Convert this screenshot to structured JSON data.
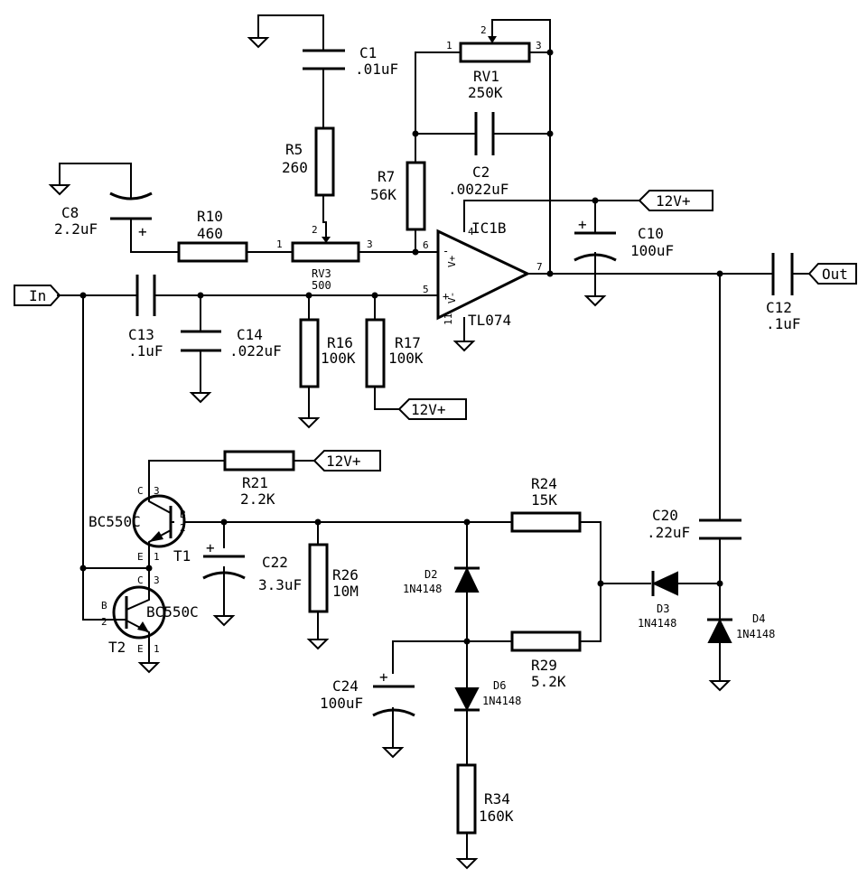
{
  "ports": {
    "in": "In",
    "out": "Out",
    "v12": "12V+"
  },
  "opamp": {
    "ref": "IC1B",
    "part": "TL074",
    "pin_v_plus": "V+",
    "pin_v_minus": "V-",
    "pins": {
      "inv": "6",
      "noninv": "5",
      "out": "7",
      "vp": "4",
      "vm": "11"
    },
    "sign_minus": "-",
    "sign_plus": "+"
  },
  "resistors": {
    "R5": {
      "ref": "R5",
      "value": "260"
    },
    "R7": {
      "ref": "R7",
      "value": "56K"
    },
    "R10": {
      "ref": "R10",
      "value": "460"
    },
    "R16": {
      "ref": "R16",
      "value": "100K"
    },
    "R17": {
      "ref": "R17",
      "value": "100K"
    },
    "R21": {
      "ref": "R21",
      "value": "2.2K"
    },
    "R24": {
      "ref": "R24",
      "value": "15K"
    },
    "R26": {
      "ref": "R26",
      "value": "10M"
    },
    "R29": {
      "ref": "R29",
      "value": "5.2K"
    },
    "R34": {
      "ref": "R34",
      "value": "160K"
    }
  },
  "pots": {
    "RV1": {
      "ref": "RV1",
      "value": "250K",
      "pin1": "1",
      "pin2": "2",
      "pin3": "3"
    },
    "RV3": {
      "ref": "RV3",
      "value": "500",
      "pin1": "1",
      "pin2": "2",
      "pin3": "3"
    }
  },
  "capacitors": {
    "C1": {
      "ref": "C1",
      "value": ".01uF"
    },
    "C2": {
      "ref": "C2",
      "value": ".0022uF"
    },
    "C8": {
      "ref": "C8",
      "value": "2.2uF"
    },
    "C10": {
      "ref": "C10",
      "value": "100uF"
    },
    "C12": {
      "ref": "C12",
      "value": ".1uF"
    },
    "C13": {
      "ref": "C13",
      "value": ".1uF"
    },
    "C14": {
      "ref": "C14",
      "value": ".022uF"
    },
    "C20": {
      "ref": "C20",
      "value": ".22uF"
    },
    "C22": {
      "ref": "C22",
      "value": "3.3uF"
    },
    "C24": {
      "ref": "C24",
      "value": "100uF"
    }
  },
  "diodes": {
    "D2": {
      "ref": "D2",
      "value": "1N4148"
    },
    "D3": {
      "ref": "D3",
      "value": "1N4148"
    },
    "D4": {
      "ref": "D4",
      "value": "1N4148"
    },
    "D6": {
      "ref": "D6",
      "value": "1N4148"
    }
  },
  "transistors": {
    "T1": {
      "ref": "T1",
      "value": "BC550C",
      "pin_c": "C",
      "pin_b": "B",
      "pin_e": "E",
      "n_c": "3",
      "n_b": "2",
      "n_e": "1"
    },
    "T2": {
      "ref": "T2",
      "value": "BC550C",
      "pin_c": "C",
      "pin_b": "B",
      "pin_e": "E",
      "n_c": "3",
      "n_b": "2",
      "n_e": "1"
    }
  },
  "plus_sign": "+"
}
